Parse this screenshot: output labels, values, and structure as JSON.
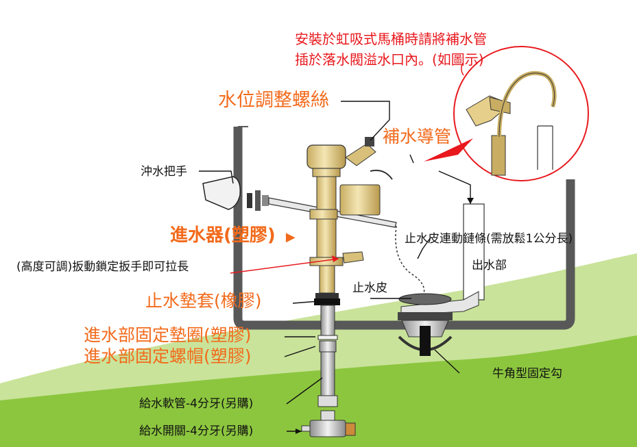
{
  "colors": {
    "orange": "#f26a1b",
    "red": "#e8181d",
    "green_light": "#c9e39a",
    "green_dark": "#8cc63f",
    "tank": "#585858",
    "valve": "#e6cf8a"
  },
  "note": {
    "line1": "安裝於虹吸式馬桶時請將補水管",
    "line2": "插於落水閥溢水口內。(如圖示)"
  },
  "labels": {
    "water_level_screw": "水位調整螺絲",
    "refill_tube": "補水導管",
    "flush_handle": "沖水把手",
    "inlet_valve": "進水器(塑膠)",
    "inlet_arrow_icon": "triangle-right",
    "chain": "止水皮連動鏈條(需放鬆1公分長)",
    "outlet": "出水部",
    "height_adjust": "(高度可調)扳動鎖定扳手即可拉長",
    "flapper": "止水皮",
    "seal_sleeve": "止水墊套(橡膠)",
    "fixing_washer": "進水部固定墊圈(塑膠)",
    "fixing_nut": "進水部固定螺帽(塑膠)",
    "horn_hook": "牛角型固定勾",
    "supply_hose": "給水軟管-4分牙(另購)",
    "supply_valve": "給水開關-4分牙(另購)"
  }
}
